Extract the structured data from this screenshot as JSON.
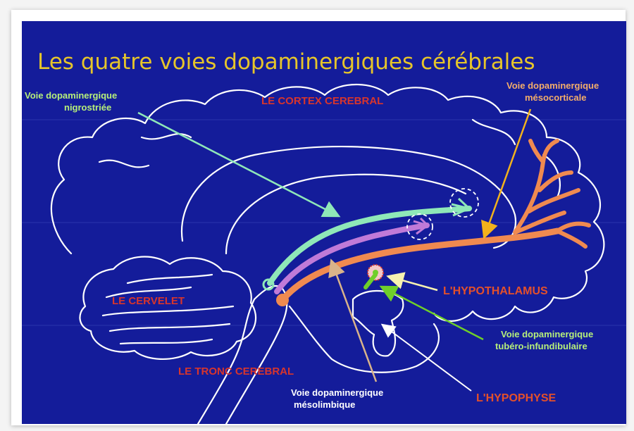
{
  "title": "Les quatre voies dopaminergiques cérébrales",
  "regions": {
    "cortex": "LE CORTEX CEREBRAL",
    "cervelet": "LE CERVELET",
    "tronc": "LE TRONC CEREBRAL",
    "hypothalamus": "L'HYPOTHALAMUS",
    "hypophyse": "L'HYPOPHYSE"
  },
  "pathways": {
    "nigrostriee": {
      "line1": "Voie dopaminergique",
      "line2": "nigrostriée",
      "color": "#8fe8b8"
    },
    "mesocorticale": {
      "line1": "Voie dopaminergique",
      "line2": "mésocorticale",
      "color": "#f08a50"
    },
    "tubero": {
      "line1": "Voie dopaminergique",
      "line2": "tubéro-infundibulaire",
      "color": "#6fcf2a"
    },
    "mesolimbique": {
      "line1": "Voie dopaminergique",
      "line2": "mésolimbique",
      "color": "#c07ad8"
    }
  },
  "colors": {
    "background": "#141c9a",
    "title": "#e6c52a",
    "outline": "#ffffff",
    "region_label": "#d8352c"
  }
}
